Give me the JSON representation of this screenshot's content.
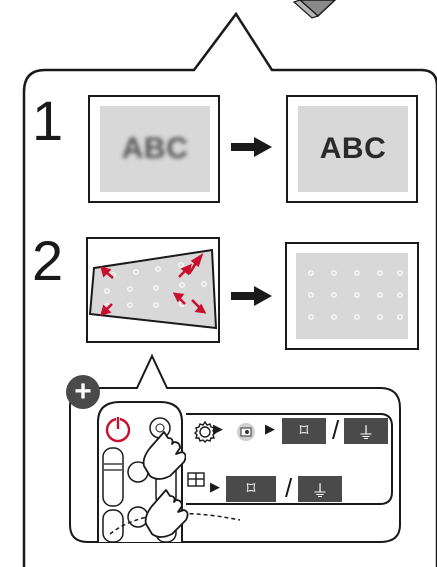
{
  "steps": {
    "one": {
      "number": "1",
      "before_text": "ABC",
      "after_text": "ABC"
    },
    "two": {
      "number": "2"
    }
  },
  "plus_label": "+",
  "controls": {
    "separator_1": "/",
    "separator_2": "/",
    "key_zoom_glyph": "⌑",
    "key_tilt_glyph": "⏚",
    "arrow_glyph": "▶"
  },
  "colors": {
    "accent_red": "#c8102e",
    "key_fill": "#4a4a4a",
    "screen_fill": "#d8d8d8",
    "stroke": "#1a1a1a"
  }
}
